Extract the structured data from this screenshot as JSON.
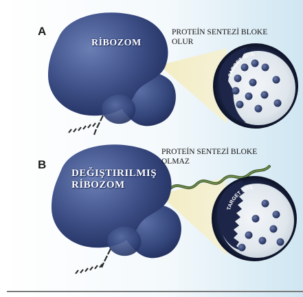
{
  "panel_a": {
    "letter": "A",
    "ribosome_label": "RİBOZOM",
    "caption_line1": "PROTEİN SENTEZİ BLOKE",
    "caption_line2": "OLUR",
    "target_label": "TARGET SITE"
  },
  "panel_b": {
    "letter": "B",
    "ribosome_label_line1": "DEĞIŞTIRILMIŞ",
    "ribosome_label_line2": "RİBOZOM",
    "caption_line1": "PROTEİN SENTEZİ BLOKE",
    "caption_line2": "OLMAZ",
    "target_label": "TARGET SITE"
  },
  "colors": {
    "ribosome": "#3d4f86",
    "ribosome_dark": "#1f2c5c",
    "zoom_cone": "#efe7b4",
    "target_bg": "#dfe6ec",
    "drug_molecule": "#2f3f72",
    "background_gradient_end": "#cfe6f2",
    "mrna": "#2b2b2b",
    "antibiotic_strand": "#3f5a2a"
  }
}
